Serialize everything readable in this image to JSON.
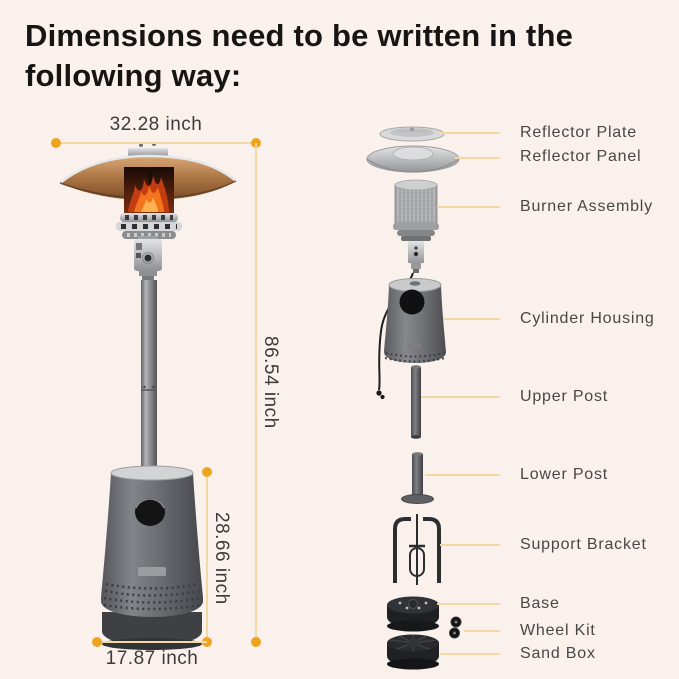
{
  "title": "Dimensions need to be written in the following way:",
  "dimensions": {
    "top_width": "32.28 inch",
    "total_height": "86.54 inch",
    "base_height": "28.66 inch",
    "base_width": "17.87 inch"
  },
  "parts": [
    {
      "label": "Reflector Plate"
    },
    {
      "label": "Reflector Panel"
    },
    {
      "label": "Burner Assembly"
    },
    {
      "label": "Cylinder Housing"
    },
    {
      "label": "Upper Post"
    },
    {
      "label": "Lower Post"
    },
    {
      "label": "Support Bracket"
    },
    {
      "label": "Base"
    },
    {
      "label": "Wheel Kit"
    },
    {
      "label": "Sand Box"
    }
  ],
  "colors": {
    "background": "#faf1ec",
    "accent_line": "#f2d8a2",
    "accent_dot": "#efa41e",
    "title_text": "#161514",
    "dimension_text": "#3b3b3b",
    "label_text": "#474747"
  }
}
